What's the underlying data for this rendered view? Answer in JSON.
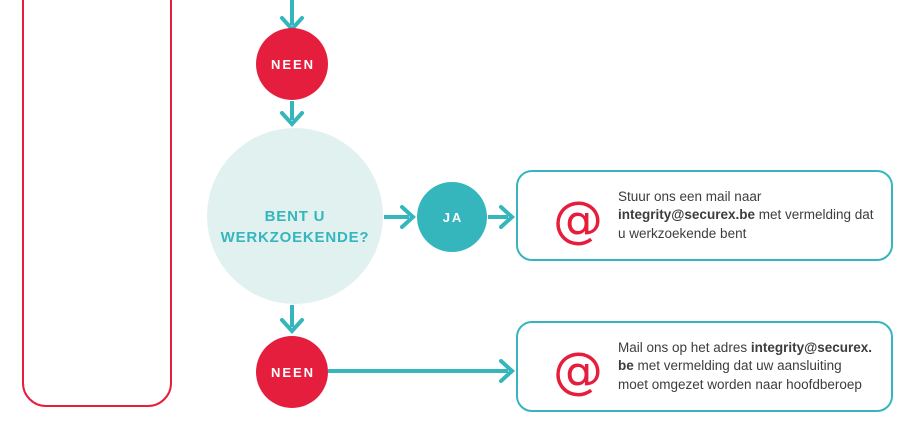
{
  "colors": {
    "red": "#e51e3d",
    "teal": "#35b6bd",
    "pale-teal": "#e1f1f0",
    "ink": "#3d3d3d"
  },
  "nodes": {
    "neen_top": {
      "label": "NEEN"
    },
    "question": {
      "line1": "BENT U",
      "line2": "WERKZOEKENDE?"
    },
    "ja": {
      "label": "JA"
    },
    "neen_bottom": {
      "label": "NEEN"
    }
  },
  "boxes": {
    "mail_werkzoekende": {
      "icon": "at-icon",
      "at_symbol": "@",
      "line1": "Stuur ons een mail naar",
      "line2_bold": "integrity@securex.be",
      "line2_rest": " met vermelding dat",
      "line3": "u werkzoekende bent"
    },
    "mail_hoofdberoep": {
      "icon": "at-icon",
      "at_symbol": "@",
      "line1": "Mail ons op het adres ",
      "line1_bold": "integrity@securex.",
      "line2_bold": "be",
      "line2_rest": " met vermelding dat uw aansluiting",
      "line3": "moet omgezet worden naar hoofdberoep"
    }
  }
}
